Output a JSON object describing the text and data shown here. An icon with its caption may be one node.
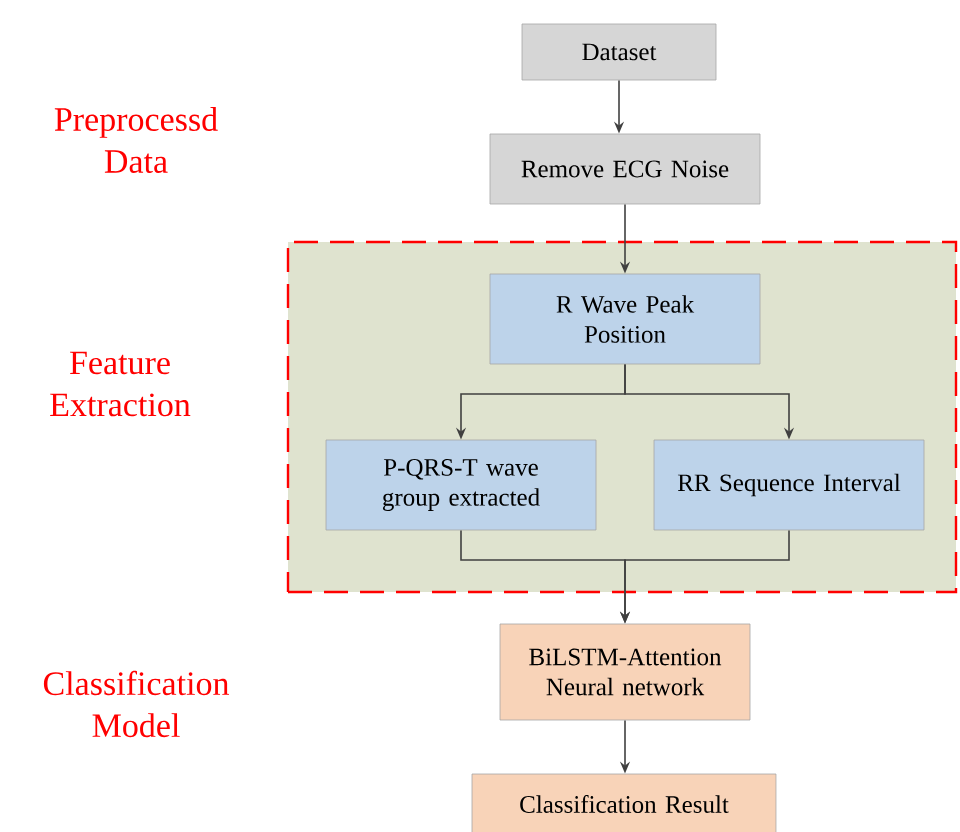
{
  "diagram": {
    "nodes": [
      {
        "text": [
          "Dataset"
        ]
      },
      {
        "text": [
          "Remove ECG Noise"
        ]
      },
      {
        "text": [],
        "shape": "box"
      },
      {
        "text": [
          "R Wave Peak Position"
        ],
        "in": 2
      },
      {
        "text": [
          "P-QRS-T  wave group extracted"
        ],
        "in": 2
      },
      {
        "text": [
          "RR Sequence Interval"
        ],
        "in": 2
      },
      {
        "text": [
          "BiLSTM-Attention Neural network"
        ]
      },
      {
        "text": [
          "Classification Result"
        ]
      }
    ],
    "edges": [
      {
        "from": 0,
        "to": 1,
        "arrow": "to"
      },
      {
        "from": 1,
        "to": 3,
        "arrow": "to"
      },
      {
        "from": 3,
        "to": 4,
        "arrow": "to"
      },
      {
        "from": 3,
        "to": 5,
        "arrow": "to"
      },
      {
        "from": 4,
        "to": 6,
        "arrow": "to"
      },
      {
        "from": 5,
        "to": 6,
        "arrow": "to"
      },
      {
        "from": 6,
        "to": 7,
        "arrow": "to"
      }
    ],
    "labels": [
      "Preprocessd Data",
      "Feature Extraction",
      "Classification Model"
    ]
  }
}
